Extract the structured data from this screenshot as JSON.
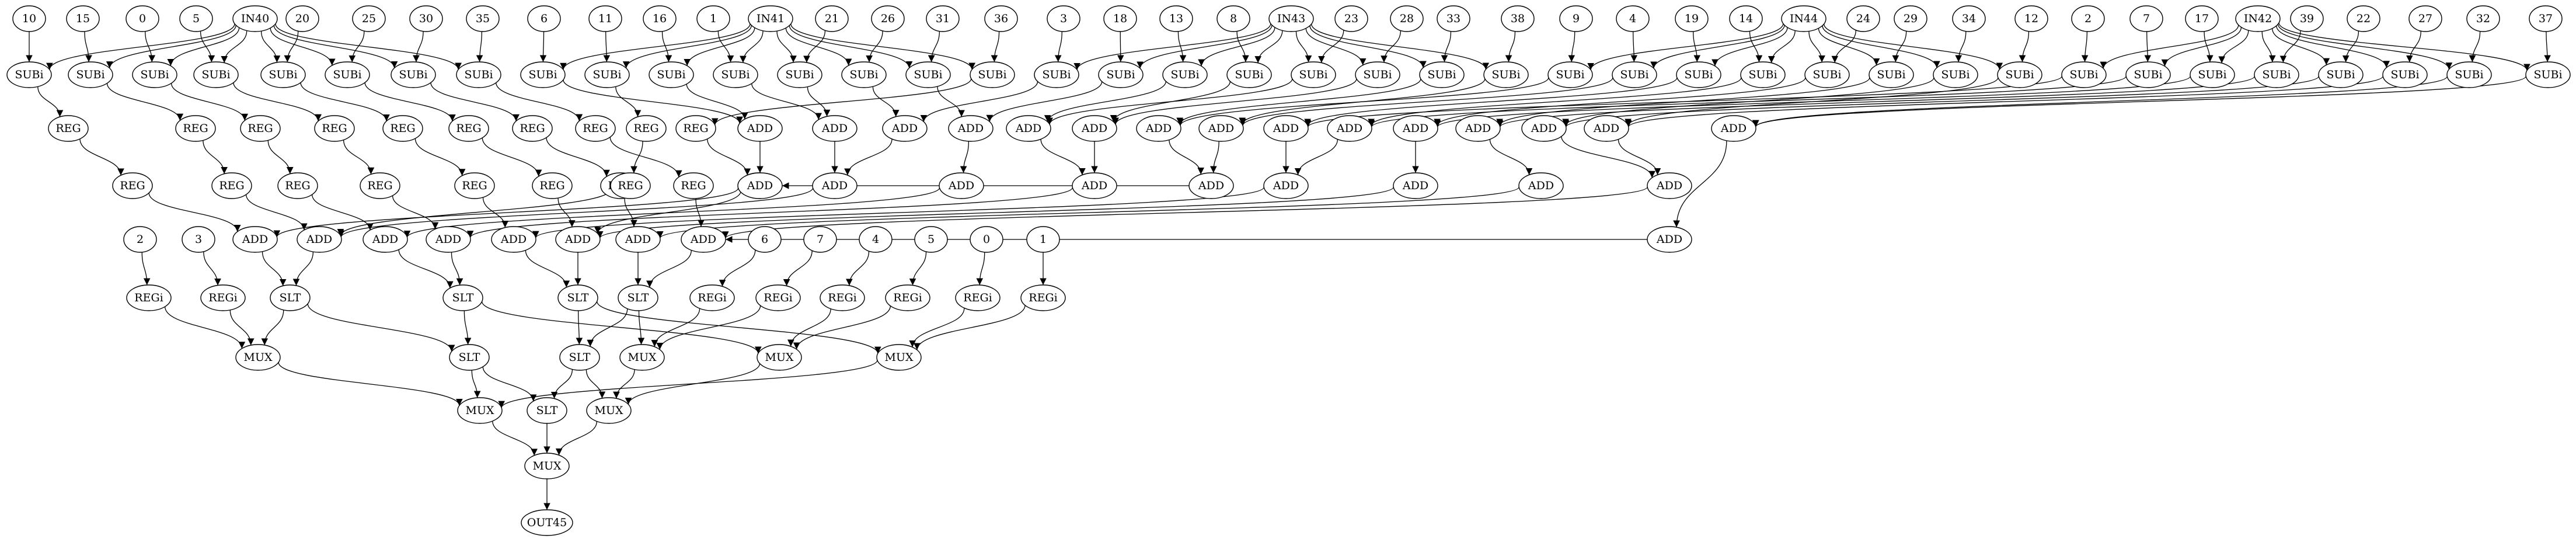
{
  "graph": {
    "nodes": [
      {
        "id": "c10",
        "label": "10"
      },
      {
        "id": "c15",
        "label": "15"
      },
      {
        "id": "c0a",
        "label": "0"
      },
      {
        "id": "c5",
        "label": "5"
      },
      {
        "id": "in40",
        "label": "IN40"
      },
      {
        "id": "c20",
        "label": "20"
      },
      {
        "id": "c25",
        "label": "25"
      },
      {
        "id": "c30",
        "label": "30"
      },
      {
        "id": "c35",
        "label": "35"
      },
      {
        "id": "c6a",
        "label": "6"
      },
      {
        "id": "c11",
        "label": "11"
      },
      {
        "id": "c16",
        "label": "16"
      },
      {
        "id": "c1a",
        "label": "1"
      },
      {
        "id": "in41",
        "label": "IN41"
      },
      {
        "id": "c21",
        "label": "21"
      },
      {
        "id": "c26",
        "label": "26"
      },
      {
        "id": "c31",
        "label": "31"
      },
      {
        "id": "c36",
        "label": "36"
      },
      {
        "id": "c3a",
        "label": "3"
      },
      {
        "id": "c18",
        "label": "18"
      },
      {
        "id": "c13",
        "label": "13"
      },
      {
        "id": "c8",
        "label": "8"
      },
      {
        "id": "in43",
        "label": "IN43"
      },
      {
        "id": "c23",
        "label": "23"
      },
      {
        "id": "c28",
        "label": "28"
      },
      {
        "id": "c33",
        "label": "33"
      },
      {
        "id": "c38",
        "label": "38"
      },
      {
        "id": "c9",
        "label": "9"
      },
      {
        "id": "c4a",
        "label": "4"
      },
      {
        "id": "c19",
        "label": "19"
      },
      {
        "id": "c14",
        "label": "14"
      },
      {
        "id": "in44",
        "label": "IN44"
      },
      {
        "id": "c24",
        "label": "24"
      },
      {
        "id": "c29",
        "label": "29"
      },
      {
        "id": "c34",
        "label": "34"
      },
      {
        "id": "c12",
        "label": "12"
      },
      {
        "id": "c2a",
        "label": "2"
      },
      {
        "id": "c7a",
        "label": "7"
      },
      {
        "id": "c17",
        "label": "17"
      },
      {
        "id": "in42",
        "label": "IN42"
      },
      {
        "id": "c39",
        "label": "39"
      },
      {
        "id": "c22",
        "label": "22"
      },
      {
        "id": "c27",
        "label": "27"
      },
      {
        "id": "c32",
        "label": "32"
      },
      {
        "id": "c37",
        "label": "37"
      },
      {
        "id": "s1",
        "label": "SUBi"
      },
      {
        "id": "s2",
        "label": "SUBi"
      },
      {
        "id": "s3",
        "label": "SUBi"
      },
      {
        "id": "s4",
        "label": "SUBi"
      },
      {
        "id": "s5",
        "label": "SUBi"
      },
      {
        "id": "s6",
        "label": "SUBi"
      },
      {
        "id": "s7",
        "label": "SUBi"
      },
      {
        "id": "s8",
        "label": "SUBi"
      },
      {
        "id": "s9",
        "label": "SUBi"
      },
      {
        "id": "s10",
        "label": "SUBi"
      },
      {
        "id": "s11",
        "label": "SUBi"
      },
      {
        "id": "s12",
        "label": "SUBi"
      },
      {
        "id": "s13",
        "label": "SUBi"
      },
      {
        "id": "s14",
        "label": "SUBi"
      },
      {
        "id": "s15",
        "label": "SUBi"
      },
      {
        "id": "s16",
        "label": "SUBi"
      },
      {
        "id": "s17",
        "label": "SUBi"
      },
      {
        "id": "s18",
        "label": "SUBi"
      },
      {
        "id": "s19",
        "label": "SUBi"
      },
      {
        "id": "s20",
        "label": "SUBi"
      },
      {
        "id": "s21",
        "label": "SUBi"
      },
      {
        "id": "s22",
        "label": "SUBi"
      },
      {
        "id": "s23",
        "label": "SUBi"
      },
      {
        "id": "s24",
        "label": "SUBi"
      },
      {
        "id": "s25",
        "label": "SUBi"
      },
      {
        "id": "s26",
        "label": "SUBi"
      },
      {
        "id": "s27",
        "label": "SUBi"
      },
      {
        "id": "s28",
        "label": "SUBi"
      },
      {
        "id": "s29",
        "label": "SUBi"
      },
      {
        "id": "s30",
        "label": "SUBi"
      },
      {
        "id": "s31",
        "label": "SUBi"
      },
      {
        "id": "s32",
        "label": "SUBi"
      },
      {
        "id": "s33",
        "label": "SUBi"
      },
      {
        "id": "s34",
        "label": "SUBi"
      },
      {
        "id": "s35",
        "label": "SUBi"
      },
      {
        "id": "s36",
        "label": "SUBi"
      },
      {
        "id": "s37",
        "label": "SUBi"
      },
      {
        "id": "s38",
        "label": "SUBi"
      },
      {
        "id": "s39",
        "label": "SUBi"
      },
      {
        "id": "s40",
        "label": "SUBi"
      },
      {
        "id": "r1a",
        "label": "REG"
      },
      {
        "id": "r2a",
        "label": "REG"
      },
      {
        "id": "r3a",
        "label": "REG"
      },
      {
        "id": "r4a",
        "label": "REG"
      },
      {
        "id": "r5a",
        "label": "REG"
      },
      {
        "id": "r6a",
        "label": "REG"
      },
      {
        "id": "r7a",
        "label": "REG"
      },
      {
        "id": "r8a",
        "label": "REG"
      },
      {
        "id": "r9a",
        "label": "REG"
      },
      {
        "id": "r10a",
        "label": "REG"
      },
      {
        "id": "r1b",
        "label": "REG"
      },
      {
        "id": "r2b",
        "label": "REG"
      },
      {
        "id": "r3b",
        "label": "REG"
      },
      {
        "id": "r4b",
        "label": "REG"
      },
      {
        "id": "r5b",
        "label": "REG"
      },
      {
        "id": "r6b",
        "label": "REG"
      },
      {
        "id": "r7b",
        "label": "REG"
      },
      {
        "id": "r8b",
        "label": "REG"
      },
      {
        "id": "r9b",
        "label": "REG"
      },
      {
        "id": "r10b",
        "label": "REG"
      },
      {
        "id": "a1",
        "label": "ADD"
      },
      {
        "id": "a2",
        "label": "ADD"
      },
      {
        "id": "a3",
        "label": "ADD"
      },
      {
        "id": "a4",
        "label": "ADD"
      },
      {
        "id": "a5",
        "label": "ADD"
      },
      {
        "id": "a6",
        "label": "ADD"
      },
      {
        "id": "a7",
        "label": "ADD"
      },
      {
        "id": "a8",
        "label": "ADD"
      },
      {
        "id": "a9",
        "label": "ADD"
      },
      {
        "id": "a10",
        "label": "ADD"
      },
      {
        "id": "a11",
        "label": "ADD"
      },
      {
        "id": "a12",
        "label": "ADD"
      },
      {
        "id": "a13",
        "label": "ADD"
      },
      {
        "id": "a14",
        "label": "ADD"
      },
      {
        "id": "a15",
        "label": "ADD"
      },
      {
        "id": "b1",
        "label": "ADD"
      },
      {
        "id": "b2",
        "label": "ADD"
      },
      {
        "id": "b3",
        "label": "ADD"
      },
      {
        "id": "b4",
        "label": "ADD"
      },
      {
        "id": "b5",
        "label": "ADD"
      },
      {
        "id": "b6",
        "label": "ADD"
      },
      {
        "id": "b7",
        "label": "ADD"
      },
      {
        "id": "b8",
        "label": "ADD"
      },
      {
        "id": "b9",
        "label": "ADD"
      },
      {
        "id": "b10",
        "label": "ADD"
      },
      {
        "id": "d1",
        "label": "ADD"
      },
      {
        "id": "d2",
        "label": "ADD"
      },
      {
        "id": "d3",
        "label": "ADD"
      },
      {
        "id": "d4",
        "label": "ADD"
      },
      {
        "id": "d5",
        "label": "ADD"
      },
      {
        "id": "d6",
        "label": "ADD"
      },
      {
        "id": "d7",
        "label": "ADD"
      },
      {
        "id": "d8",
        "label": "ADD"
      },
      {
        "id": "k2",
        "label": "2"
      },
      {
        "id": "k3",
        "label": "3"
      },
      {
        "id": "k6",
        "label": "6"
      },
      {
        "id": "k7",
        "label": "7"
      },
      {
        "id": "k4",
        "label": "4"
      },
      {
        "id": "k5",
        "label": "5"
      },
      {
        "id": "k0",
        "label": "0"
      },
      {
        "id": "k1",
        "label": "1"
      },
      {
        "id": "g1",
        "label": "REGi"
      },
      {
        "id": "g2",
        "label": "REGi"
      },
      {
        "id": "g3",
        "label": "REGi"
      },
      {
        "id": "g4",
        "label": "REGi"
      },
      {
        "id": "g5",
        "label": "REGi"
      },
      {
        "id": "g6",
        "label": "REGi"
      },
      {
        "id": "g7",
        "label": "REGi"
      },
      {
        "id": "g8",
        "label": "REGi"
      },
      {
        "id": "t1",
        "label": "SLT"
      },
      {
        "id": "t2",
        "label": "SLT"
      },
      {
        "id": "t3",
        "label": "SLT"
      },
      {
        "id": "t4",
        "label": "SLT"
      },
      {
        "id": "t5",
        "label": "SLT"
      },
      {
        "id": "t6",
        "label": "SLT"
      },
      {
        "id": "t7",
        "label": "SLT"
      },
      {
        "id": "m1",
        "label": "MUX"
      },
      {
        "id": "m2",
        "label": "MUX"
      },
      {
        "id": "m3",
        "label": "MUX"
      },
      {
        "id": "m4",
        "label": "MUX"
      },
      {
        "id": "m5",
        "label": "MUX"
      },
      {
        "id": "m6",
        "label": "MUX"
      },
      {
        "id": "m7",
        "label": "MUX"
      },
      {
        "id": "out45",
        "label": "OUT45"
      }
    ],
    "edges": [
      [
        "c10",
        "s1"
      ],
      [
        "in40",
        "s1"
      ],
      [
        "c15",
        "s2"
      ],
      [
        "in40",
        "s2"
      ],
      [
        "c0a",
        "s3"
      ],
      [
        "in40",
        "s3"
      ],
      [
        "c5",
        "s4"
      ],
      [
        "in40",
        "s4"
      ],
      [
        "c20",
        "s5"
      ],
      [
        "in40",
        "s5"
      ],
      [
        "c25",
        "s6"
      ],
      [
        "in40",
        "s6"
      ],
      [
        "c30",
        "s7"
      ],
      [
        "in40",
        "s7"
      ],
      [
        "c35",
        "s8"
      ],
      [
        "in40",
        "s8"
      ],
      [
        "c6a",
        "s9"
      ],
      [
        "in41",
        "s9"
      ],
      [
        "c11",
        "s10"
      ],
      [
        "in41",
        "s10"
      ],
      [
        "c16",
        "s11"
      ],
      [
        "in41",
        "s11"
      ],
      [
        "c1a",
        "s12"
      ],
      [
        "in41",
        "s12"
      ],
      [
        "c21",
        "s13"
      ],
      [
        "in41",
        "s13"
      ],
      [
        "c26",
        "s14"
      ],
      [
        "in41",
        "s14"
      ],
      [
        "c31",
        "s15"
      ],
      [
        "in41",
        "s15"
      ],
      [
        "c36",
        "s16"
      ],
      [
        "in41",
        "s16"
      ],
      [
        "c3a",
        "s17"
      ],
      [
        "in43",
        "s17"
      ],
      [
        "c18",
        "s18"
      ],
      [
        "in43",
        "s18"
      ],
      [
        "c13",
        "s19"
      ],
      [
        "in43",
        "s19"
      ],
      [
        "c8",
        "s20"
      ],
      [
        "in43",
        "s20"
      ],
      [
        "c23",
        "s21"
      ],
      [
        "in43",
        "s21"
      ],
      [
        "c28",
        "s22"
      ],
      [
        "in43",
        "s22"
      ],
      [
        "c33",
        "s23"
      ],
      [
        "in43",
        "s23"
      ],
      [
        "c38",
        "s24"
      ],
      [
        "in43",
        "s24"
      ],
      [
        "c9",
        "s25"
      ],
      [
        "in44",
        "s25"
      ],
      [
        "c4a",
        "s26"
      ],
      [
        "in44",
        "s26"
      ],
      [
        "c19",
        "s27"
      ],
      [
        "in44",
        "s27"
      ],
      [
        "c14",
        "s28"
      ],
      [
        "in44",
        "s28"
      ],
      [
        "c24",
        "s29"
      ],
      [
        "in44",
        "s29"
      ],
      [
        "c29",
        "s30"
      ],
      [
        "in44",
        "s30"
      ],
      [
        "c34",
        "s31"
      ],
      [
        "in44",
        "s31"
      ],
      [
        "c12",
        "s32"
      ],
      [
        "in44",
        "s32"
      ],
      [
        "c2a",
        "s33"
      ],
      [
        "in42",
        "s33"
      ],
      [
        "c7a",
        "s34"
      ],
      [
        "in42",
        "s34"
      ],
      [
        "c17",
        "s35"
      ],
      [
        "in42",
        "s35"
      ],
      [
        "c39",
        "s36"
      ],
      [
        "in42",
        "s36"
      ],
      [
        "c22",
        "s37"
      ],
      [
        "in42",
        "s37"
      ],
      [
        "c27",
        "s38"
      ],
      [
        "in42",
        "s38"
      ],
      [
        "c32",
        "s39"
      ],
      [
        "in42",
        "s39"
      ],
      [
        "c37",
        "s40"
      ],
      [
        "in42",
        "s40"
      ],
      [
        "s1",
        "r1a"
      ],
      [
        "s2",
        "r2a"
      ],
      [
        "s3",
        "r3a"
      ],
      [
        "s4",
        "r4a"
      ],
      [
        "s5",
        "r5a"
      ],
      [
        "s6",
        "r6a"
      ],
      [
        "s7",
        "r7a"
      ],
      [
        "s8",
        "r8a"
      ],
      [
        "s10",
        "r9a"
      ],
      [
        "s16",
        "r10a"
      ],
      [
        "r1a",
        "r1b"
      ],
      [
        "r2a",
        "r2b"
      ],
      [
        "r3a",
        "r3b"
      ],
      [
        "r4a",
        "r4b"
      ],
      [
        "r5a",
        "r5b"
      ],
      [
        "r6a",
        "r6b"
      ],
      [
        "r7a",
        "r7b"
      ],
      [
        "r8a",
        "r8b"
      ],
      [
        "r9a",
        "r9b"
      ],
      [
        "r10a",
        "r10b"
      ],
      [
        "s9",
        "a1"
      ],
      [
        "s11",
        "a1"
      ],
      [
        "s12",
        "a2"
      ],
      [
        "s13",
        "a2"
      ],
      [
        "s14",
        "a3"
      ],
      [
        "s17",
        "a3"
      ],
      [
        "s15",
        "a4"
      ],
      [
        "s18",
        "a4"
      ],
      [
        "s19",
        "a5"
      ],
      [
        "s21",
        "a5"
      ],
      [
        "s20",
        "a6"
      ],
      [
        "s22",
        "a6"
      ],
      [
        "s23",
        "a7"
      ],
      [
        "s25",
        "a7"
      ],
      [
        "s24",
        "a8"
      ],
      [
        "s26",
        "a8"
      ],
      [
        "s27",
        "a9"
      ],
      [
        "s33",
        "a9"
      ],
      [
        "s28",
        "a10"
      ],
      [
        "s34",
        "a10"
      ],
      [
        "s29",
        "a11"
      ],
      [
        "s35",
        "a11"
      ],
      [
        "s30",
        "a12"
      ],
      [
        "s36",
        "a12"
      ],
      [
        "s31",
        "a13"
      ],
      [
        "s37",
        "a13"
      ],
      [
        "s32",
        "a14"
      ],
      [
        "s38",
        "a14"
      ],
      [
        "s39",
        "a15"
      ],
      [
        "s40",
        "a15"
      ],
      [
        "a1",
        "b1"
      ],
      [
        "a2",
        "b2"
      ],
      [
        "a3",
        "b2"
      ],
      [
        "a4",
        "b3"
      ],
      [
        "a5",
        "b4"
      ],
      [
        "a6",
        "b4"
      ],
      [
        "a7",
        "b5"
      ],
      [
        "a8",
        "b5"
      ],
      [
        "a9",
        "b6"
      ],
      [
        "a10",
        "b6"
      ],
      [
        "a11",
        "b7"
      ],
      [
        "a12",
        "b8"
      ],
      [
        "a13",
        "b9"
      ],
      [
        "a14",
        "b9"
      ],
      [
        "a15",
        "b10"
      ],
      [
        "b5",
        "b1"
      ],
      [
        "r1b",
        "d1"
      ],
      [
        "b1",
        "d1"
      ],
      [
        "r2b",
        "d2"
      ],
      [
        "b2",
        "d2"
      ],
      [
        "r3b",
        "d3"
      ],
      [
        "b3",
        "d3"
      ],
      [
        "r4b",
        "d4"
      ],
      [
        "b4",
        "d4"
      ],
      [
        "r5b",
        "d5"
      ],
      [
        "b6",
        "d5"
      ],
      [
        "r6b",
        "d6"
      ],
      [
        "b7",
        "d6"
      ],
      [
        "r7b",
        "d7"
      ],
      [
        "b8",
        "d7"
      ],
      [
        "r8b",
        "d8"
      ],
      [
        "b9",
        "d8"
      ],
      [
        "r9b",
        "d2"
      ],
      [
        "r10b",
        "d6"
      ],
      [
        "b10",
        "d8"
      ],
      [
        "k2",
        "g1"
      ],
      [
        "k3",
        "g2"
      ],
      [
        "k6",
        "g3"
      ],
      [
        "k7",
        "g4"
      ],
      [
        "k4",
        "g5"
      ],
      [
        "k5",
        "g6"
      ],
      [
        "k0",
        "g7"
      ],
      [
        "k1",
        "g8"
      ],
      [
        "d1",
        "t1"
      ],
      [
        "d2",
        "t1"
      ],
      [
        "d3",
        "t2"
      ],
      [
        "d4",
        "t2"
      ],
      [
        "d5",
        "t3"
      ],
      [
        "d6",
        "t3"
      ],
      [
        "d7",
        "t4"
      ],
      [
        "d8",
        "t4"
      ],
      [
        "t1",
        "t5"
      ],
      [
        "t2",
        "t5"
      ],
      [
        "t3",
        "t6"
      ],
      [
        "t4",
        "t6"
      ],
      [
        "t6",
        "t7"
      ],
      [
        "t5",
        "t7"
      ],
      [
        "t1",
        "m1"
      ],
      [
        "g1",
        "m1"
      ],
      [
        "g2",
        "m1"
      ],
      [
        "t4",
        "m2"
      ],
      [
        "g3",
        "m2"
      ],
      [
        "g4",
        "m2"
      ],
      [
        "t2",
        "m3"
      ],
      [
        "g5",
        "m3"
      ],
      [
        "g6",
        "m3"
      ],
      [
        "t3",
        "m4"
      ],
      [
        "g7",
        "m4"
      ],
      [
        "g8",
        "m4"
      ],
      [
        "t5",
        "m5"
      ],
      [
        "m1",
        "m5"
      ],
      [
        "m4",
        "m5"
      ],
      [
        "t6",
        "m6"
      ],
      [
        "m2",
        "m6"
      ],
      [
        "m3",
        "m6"
      ],
      [
        "t7",
        "m7"
      ],
      [
        "m5",
        "m7"
      ],
      [
        "m6",
        "m7"
      ],
      [
        "m7",
        "out45"
      ]
    ]
  }
}
